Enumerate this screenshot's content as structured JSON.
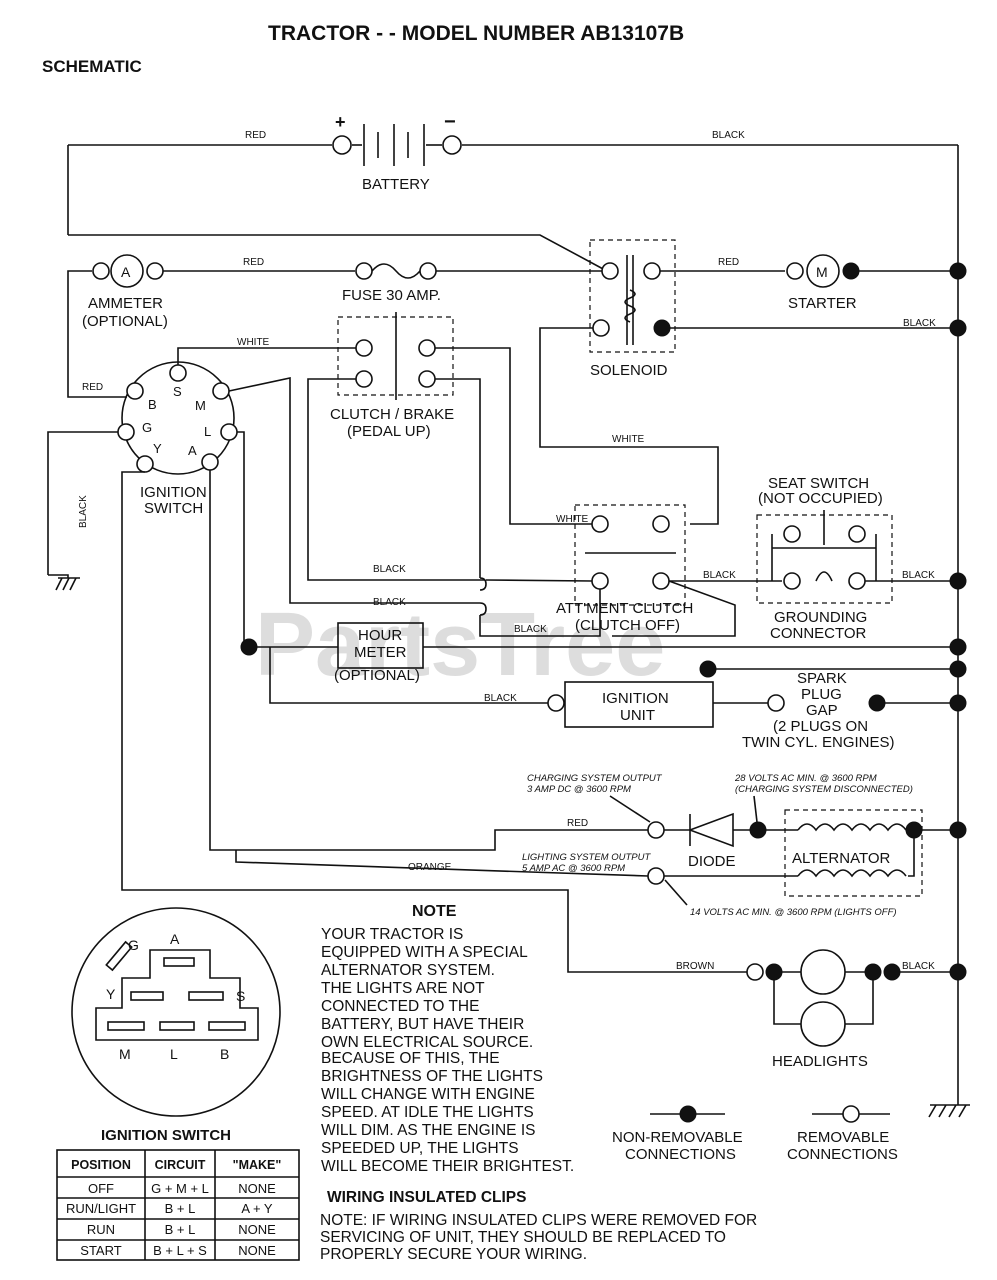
{
  "title": "TRACTOR - - MODEL NUMBER AB13107B",
  "subtitle": "SCHEMATIC",
  "watermark": "PartsTree",
  "components": {
    "battery": "BATTERY",
    "battery_plus": "+",
    "battery_minus": "−",
    "ammeter_line1": "AMMETER",
    "ammeter_line2": "(OPTIONAL)",
    "ammeter_symbol": "A",
    "fuse": "FUSE 30 AMP.",
    "starter": "STARTER",
    "starter_symbol": "M",
    "solenoid": "SOLENOID",
    "clutch_brake_line1": "CLUTCH / BRAKE",
    "clutch_brake_line2": "(PEDAL UP)",
    "ignition_switch_line1": "IGNITION",
    "ignition_switch_line2": "SWITCH",
    "seat_switch_line1": "SEAT SWITCH",
    "seat_switch_line2": "(NOT OCCUPIED)",
    "grounding_line1": "GROUNDING",
    "grounding_line2": "CONNECTOR",
    "attment_line1": "ATT'MENT CLUTCH",
    "attment_line2": "(CLUTCH OFF)",
    "hour_meter_line1": "HOUR",
    "hour_meter_line2": "METER",
    "hour_meter_line3": "(OPTIONAL)",
    "ignition_unit_line1": "IGNITION",
    "ignition_unit_line2": "UNIT",
    "spark_line1": "SPARK",
    "spark_line2": "PLUG",
    "spark_line3": "GAP",
    "spark_line4": "(2 PLUGS ON",
    "spark_line5": "TWIN CYL. ENGINES)",
    "diode": "DIODE",
    "alternator": "ALTERNATOR",
    "headlights": "HEADLIGHTS",
    "charging_output_line1": "CHARGING SYSTEM OUTPUT",
    "charging_output_line2": "3 AMP DC @ 3600 RPM",
    "ac_min_line1": "28 VOLTS AC MIN. @ 3600 RPM",
    "ac_min_line2": "(CHARGING SYSTEM DISCONNECTED)",
    "lighting_output_line1": "LIGHTING SYSTEM OUTPUT",
    "lighting_output_line2": "5 AMP AC @ 3600 RPM",
    "lights_off": "14 VOLTS AC MIN. @ 3600 RPM (LIGHTS OFF)"
  },
  "terminals": {
    "s": "S",
    "b": "B",
    "m": "M",
    "g": "G",
    "l": "L",
    "y": "Y",
    "a": "A"
  },
  "wire_labels": {
    "red": "RED",
    "black": "BLACK",
    "white": "WHITE",
    "orange": "ORANGE",
    "brown": "BROWN"
  },
  "note": {
    "heading": "NOTE",
    "lines": [
      "YOUR TRACTOR IS",
      "EQUIPPED WITH A SPECIAL",
      "ALTERNATOR SYSTEM.",
      "THE LIGHTS ARE NOT",
      "CONNECTED TO THE",
      "BATTERY, BUT HAVE THEIR",
      "OWN ELECTRICAL SOURCE.",
      "BECAUSE OF THIS, THE",
      "BRIGHTNESS OF THE LIGHTS",
      "WILL CHANGE WITH ENGINE",
      "SPEED.  AT IDLE THE LIGHTS",
      "WILL DIM.  AS THE ENGINE IS",
      "SPEEDED UP, THE LIGHTS",
      "WILL BECOME THEIR BRIGHTEST."
    ]
  },
  "legend": {
    "non_removable_line1": "NON-REMOVABLE",
    "non_removable_line2": "CONNECTIONS",
    "removable_line1": "REMOVABLE",
    "removable_line2": "CONNECTIONS"
  },
  "clips": {
    "heading": "WIRING INSULATED CLIPS",
    "lines": [
      "NOTE: IF WIRING INSULATED CLIPS WERE REMOVED FOR",
      "SERVICING OF UNIT, THEY SHOULD BE REPLACED TO",
      "PROPERLY SECURE YOUR WIRING."
    ]
  },
  "ignition_table": {
    "caption": "IGNITION SWITCH",
    "headers": [
      "POSITION",
      "CIRCUIT",
      "\"MAKE\""
    ],
    "rows": [
      [
        "OFF",
        "G + M + L",
        "NONE"
      ],
      [
        "RUN/LIGHT",
        "B + L",
        "A + Y"
      ],
      [
        "RUN",
        "B + L",
        "NONE"
      ],
      [
        "START",
        "B + L + S",
        "NONE"
      ]
    ]
  }
}
